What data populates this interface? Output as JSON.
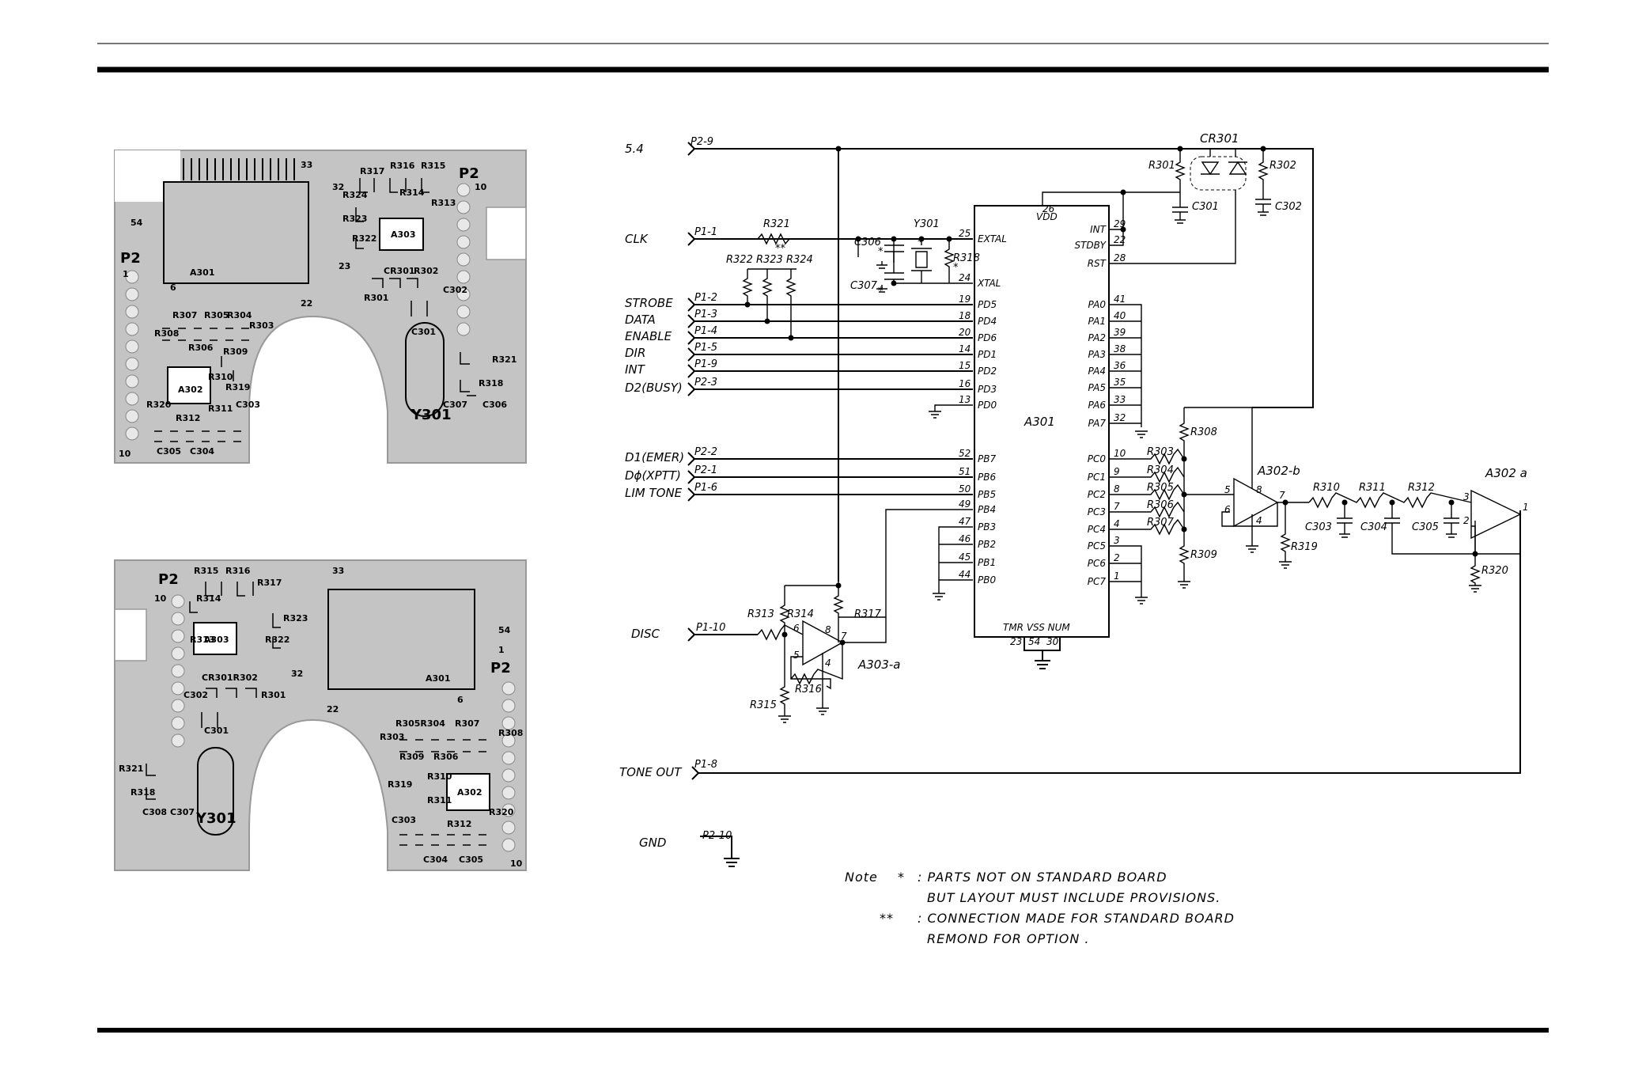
{
  "pcb_top": {
    "connector_label": "P2",
    "connector_label_left": "P2",
    "parts": [
      "A301",
      "A303",
      "A302",
      "Y301",
      "R317",
      "R316",
      "R315",
      "R314",
      "R322",
      "R313",
      "R324",
      "R323",
      "R301",
      "CR301",
      "R302",
      "C302",
      "C301",
      "R321",
      "R318",
      "C307",
      "C306",
      "R307",
      "R305",
      "R304",
      "R303",
      "R308",
      "R306",
      "R309",
      "R319",
      "R310",
      "R311",
      "R320",
      "R312",
      "C303",
      "C305",
      "C304"
    ],
    "pin_numbers": {
      "a": "33",
      "b": "32",
      "c": "22",
      "d": "23",
      "e": "10",
      "f": "1",
      "g": "6",
      "h": "10",
      "i": "54"
    }
  },
  "pcb_bottom": {
    "connector_label": "P2",
    "connector_label_right": "P2",
    "parts": [
      "R315",
      "R316",
      "R317",
      "R314",
      "R313",
      "R322",
      "R323",
      "A303",
      "A301",
      "CR301R302",
      "C302",
      "R301",
      "C301",
      "R321",
      "R318",
      "C308",
      "C307",
      "Y301",
      "R307",
      "R305R304",
      "R308",
      "R303",
      "R309",
      "R306",
      "A302",
      "R319",
      "R310",
      "R311",
      "R320",
      "R312",
      "C305",
      "C304",
      "C303"
    ],
    "pin_numbers": {
      "a": "33",
      "b": "32",
      "c": "22",
      "d": "10",
      "e": "10",
      "f": "6",
      "g": "1",
      "h": "54"
    }
  },
  "schematic": {
    "inputs": [
      {
        "name": "5.4",
        "pin": "P2-9"
      },
      {
        "name": "CLK",
        "pin": "P1-1"
      },
      {
        "name": "STROBE",
        "pin": "P1-2"
      },
      {
        "name": "DATA",
        "pin": "P1-3"
      },
      {
        "name": "ENABLE",
        "pin": "P1-4"
      },
      {
        "name": "DIR",
        "pin": "P1-5"
      },
      {
        "name": "INT",
        "pin": "P1-9"
      },
      {
        "name": "D2(BUSY)",
        "pin": "P2-3"
      },
      {
        "name": "D1(EMER)",
        "pin": "P2-2"
      },
      {
        "name": "Dϕ(XPTT)",
        "pin": "P2-1"
      },
      {
        "name": "LIM TONE",
        "pin": "P1-6"
      },
      {
        "name": "DISC",
        "pin": "P1-10"
      },
      {
        "name": "TONE OUT",
        "pin": "P1-8"
      },
      {
        "name": "GND",
        "pin": "P2-10"
      }
    ],
    "ic": {
      "name": "A301",
      "left_pins": [
        {
          "num": "25",
          "name": "EXTAL"
        },
        {
          "num": "24",
          "name": "XTAL"
        },
        {
          "num": "19",
          "name": "PD5"
        },
        {
          "num": "18",
          "name": "PD4"
        },
        {
          "num": "20",
          "name": "PD6"
        },
        {
          "num": "14",
          "name": "PD1"
        },
        {
          "num": "15",
          "name": "PD2"
        },
        {
          "num": "16",
          "name": "PD3"
        },
        {
          "num": "13",
          "name": "PD0"
        },
        {
          "num": "52",
          "name": "PB7"
        },
        {
          "num": "51",
          "name": "PB6"
        },
        {
          "num": "50",
          "name": "PB5"
        },
        {
          "num": "49",
          "name": "PB4"
        },
        {
          "num": "47",
          "name": "PB3"
        },
        {
          "num": "46",
          "name": "PB2"
        },
        {
          "num": "45",
          "name": "PB1"
        },
        {
          "num": "44",
          "name": "PB0"
        }
      ],
      "right_pins": [
        {
          "num": "29",
          "name": "INT"
        },
        {
          "num": "22",
          "name": "STDBY"
        },
        {
          "num": "28",
          "name": "RST"
        },
        {
          "num": "41",
          "name": "PA0"
        },
        {
          "num": "40",
          "name": "PA1"
        },
        {
          "num": "39",
          "name": "PA2"
        },
        {
          "num": "38",
          "name": "PA3"
        },
        {
          "num": "36",
          "name": "PA4"
        },
        {
          "num": "35",
          "name": "PA5"
        },
        {
          "num": "33",
          "name": "PA6"
        },
        {
          "num": "32",
          "name": "PA7"
        },
        {
          "num": "10",
          "name": "PC0"
        },
        {
          "num": "9",
          "name": "PC1"
        },
        {
          "num": "8",
          "name": "PC2"
        },
        {
          "num": "7",
          "name": "PC3"
        },
        {
          "num": "4",
          "name": "PC4"
        },
        {
          "num": "3",
          "name": "PC5"
        },
        {
          "num": "2",
          "name": "PC6"
        },
        {
          "num": "1",
          "name": "PC7"
        }
      ],
      "top_pin": {
        "num": "26",
        "name": "VDD"
      },
      "bottom_label": "TMR VSS NUM",
      "bottom_pins": [
        "23",
        "54",
        "30"
      ]
    },
    "components": {
      "cr": "CR301",
      "r301": "R301",
      "r302": "R302",
      "c301": "C301",
      "c302": "C302",
      "r321": "R321",
      "r321_mark": "**",
      "y301": "Y301",
      "y301_mark": "*",
      "c306": "C306",
      "c306_mark": "*",
      "c307": "C307",
      "c307_mark": "*",
      "r318": "R318",
      "r318_mark": "*",
      "r322_324": "R322 R323 R324",
      "r303": "R303",
      "r304": "R304",
      "r305": "R305",
      "r306": "R306",
      "r307": "R307",
      "r308": "R308",
      "r309": "R309",
      "a302b": "A302-b",
      "a302a": "A302 a",
      "r310": "R310",
      "r311": "R311",
      "r312": "R312",
      "r319": "R319",
      "r320": "R320",
      "c303": "C303",
      "c304": "C304",
      "c305": "C305",
      "a303a": "A303-a",
      "r313": "R313",
      "r314": "R314",
      "r315": "R315",
      "r316": "R316",
      "r317": "R317"
    },
    "opamp_pins": {
      "a302b": [
        "5",
        "6",
        "8",
        "7",
        "4"
      ],
      "a302a": [
        "3",
        "2",
        "1"
      ],
      "a303": [
        "6",
        "5",
        "8",
        "7",
        "4"
      ]
    },
    "note": {
      "label": "Note",
      "line1_sym": "*",
      "line1": ":  PARTS  NOT  ON  STANDARD  BOARD",
      "line2": "BUT  LAYOUT  MUST  INCLUDE  PROVISIONS.",
      "line3_sym": "**",
      "line3": ":  CONNECTION  MADE  FOR  STANDARD  BOARD",
      "line4": "REMOND  FOR  OPTION ."
    }
  }
}
